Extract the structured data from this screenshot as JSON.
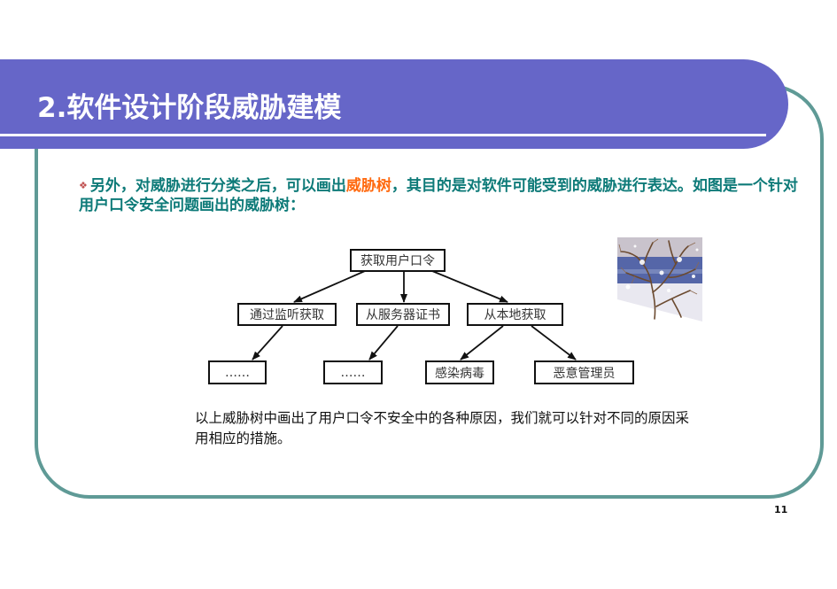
{
  "slide": {
    "title": "2.软件设计阶段威胁建模",
    "page_number": "11",
    "colors": {
      "header_bar": "#6666c8",
      "frame": "#5f9a96",
      "intro_text": "#0d7a78",
      "highlight": "#ff6a10"
    }
  },
  "intro": {
    "bullet_icon": "❖",
    "part1": "另外，对威胁进行分类之后，可以画出",
    "highlight": "威胁树",
    "part2": "，其目的是对软件可能受到的威胁进行表达。如图是一个针对用户口令安全问题画出的威胁树："
  },
  "threat_tree": {
    "root": {
      "label": "获取用户口令"
    },
    "level2": [
      {
        "label": "通过监听获取"
      },
      {
        "label": "从服务器证书"
      },
      {
        "label": "从本地获取"
      }
    ],
    "level3": [
      {
        "label": "……",
        "parent": "通过监听获取"
      },
      {
        "label": "……",
        "parent": "从服务器证书"
      },
      {
        "label": "感染病毒",
        "parent": "从本地获取"
      },
      {
        "label": "恶意管理员",
        "parent": "从本地获取"
      }
    ]
  },
  "image": {
    "description": "snowy winter tree"
  },
  "summary": {
    "text": "以上威胁树中画出了用户口令不安全中的各种原因，我们就可以针对不同的原因采用相应的措施。"
  }
}
